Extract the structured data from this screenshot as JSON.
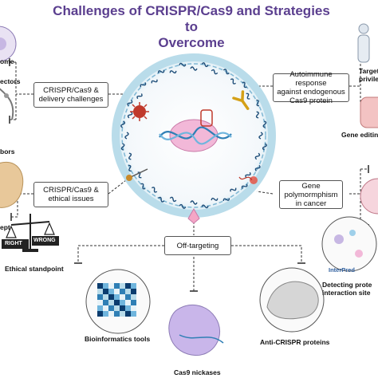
{
  "title": {
    "line1": "Challenges of CRISPR/Cas9 and Strategies to",
    "line2": "Overcome"
  },
  "boxes": {
    "delivery": [
      "CRISPR/Cas9 &",
      "delivery challenges"
    ],
    "ethical": [
      "CRISPR/Cas9 &",
      "ethical issues"
    ],
    "autoimmune": [
      "Autoimmune response",
      "against endogenous",
      "Cas9 protein"
    ],
    "gene_poly": [
      "Gene",
      "polymormphism",
      "in cancer"
    ],
    "off_targeting": "Off-targeting"
  },
  "labels": {
    "vectors": "ectors",
    "vectors_top": "ome",
    "donors": "bors",
    "concept": "ept",
    "ethical_standpoint": "Ethical standpoint",
    "targeting": [
      "Target",
      "privile"
    ],
    "gene_editing": "Gene editing",
    "interpred": "InterPred",
    "detecting": [
      "Detecting prote",
      "interaction site"
    ],
    "bioinformatics": "Bioinformatics tools",
    "anti_crispr": "Anti-CRISPR proteins",
    "cas9_nickases": "Cas9 nickases",
    "scale_right": "RIGHT",
    "scale_wrong": "WRONG"
  },
  "colors": {
    "title": "#5b3f8f",
    "virus": "#c0392b",
    "antibody": "#d4a017",
    "dna_helix": "#2f7fb5",
    "rna_coil": "#1f4e79",
    "cas9": "#e8a0c8",
    "cell_membrane": "#b9dcea"
  }
}
